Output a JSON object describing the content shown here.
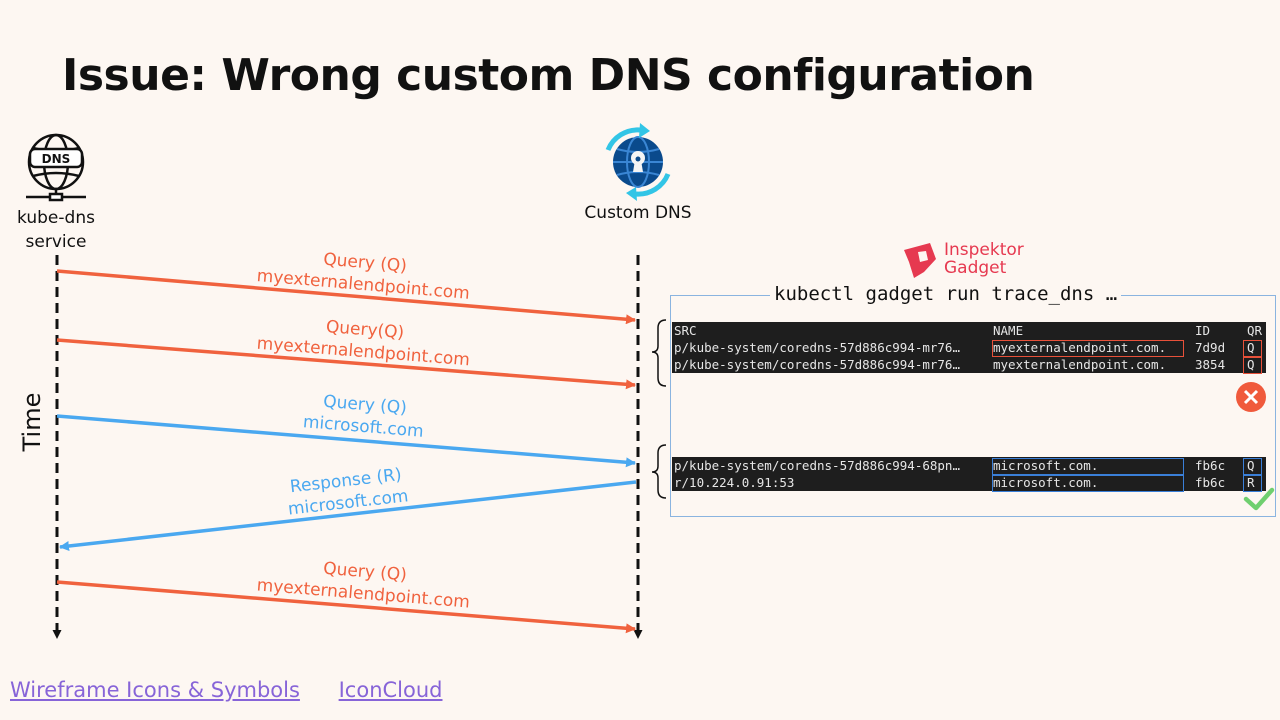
{
  "title": "Issue: Wrong custom DNS configuration",
  "left_actor": {
    "label_line1": "kube-dns",
    "label_line2": "service",
    "icon": "dns-globe-icon"
  },
  "right_actor": {
    "label": "Custom DNS",
    "icon": "custom-dns-globe-icon"
  },
  "time_label": "Time",
  "messages": [
    {
      "line1": "Query (Q)",
      "line2": "myexternalendpoint.com",
      "direction": "right",
      "color": "#f0623e"
    },
    {
      "line1": "Query(Q)",
      "line2": "myexternalendpoint.com",
      "direction": "right",
      "color": "#f0623e"
    },
    {
      "line1": "Query (Q)",
      "line2": "microsoft.com",
      "direction": "right",
      "color": "#4aa8f0"
    },
    {
      "line1": "Response (R)",
      "line2": "microsoft.com",
      "direction": "left",
      "color": "#4aa8f0"
    },
    {
      "line1": "Query (Q)",
      "line2": "myexternalendpoint.com",
      "direction": "right",
      "color": "#f0623e"
    }
  ],
  "gadget": {
    "logo_line1": "Inspektor",
    "logo_line2": "Gadget",
    "command": "kubectl gadget run trace_dns …"
  },
  "terminal_header": {
    "src": "SRC",
    "name": "NAME",
    "id": "ID",
    "qr": "QR"
  },
  "terminal_block1": [
    {
      "src": "p/kube-system/coredns-57d886c994-mr76…",
      "name": "myexternalendpoint.com.",
      "id": "7d9d",
      "qr": "Q"
    },
    {
      "src": "p/kube-system/coredns-57d886c994-mr76…",
      "name": "myexternalendpoint.com.",
      "id": "3854",
      "qr": "Q"
    }
  ],
  "terminal_block2": [
    {
      "src": "p/kube-system/coredns-57d886c994-68pn…",
      "name": "microsoft.com.",
      "id": "fb6c",
      "qr": "Q"
    },
    {
      "src": "r/10.224.0.91:53",
      "name": "microsoft.com.",
      "id": "fb6c",
      "qr": "R"
    }
  ],
  "status": {
    "fail_icon": "error-x-icon",
    "fail_color": "#f05a3c",
    "ok_icon": "check-icon",
    "ok_color": "#6fcf6f"
  },
  "links": [
    {
      "label": "Wireframe Icons & Symbols"
    },
    {
      "label": "IconCloud"
    }
  ]
}
